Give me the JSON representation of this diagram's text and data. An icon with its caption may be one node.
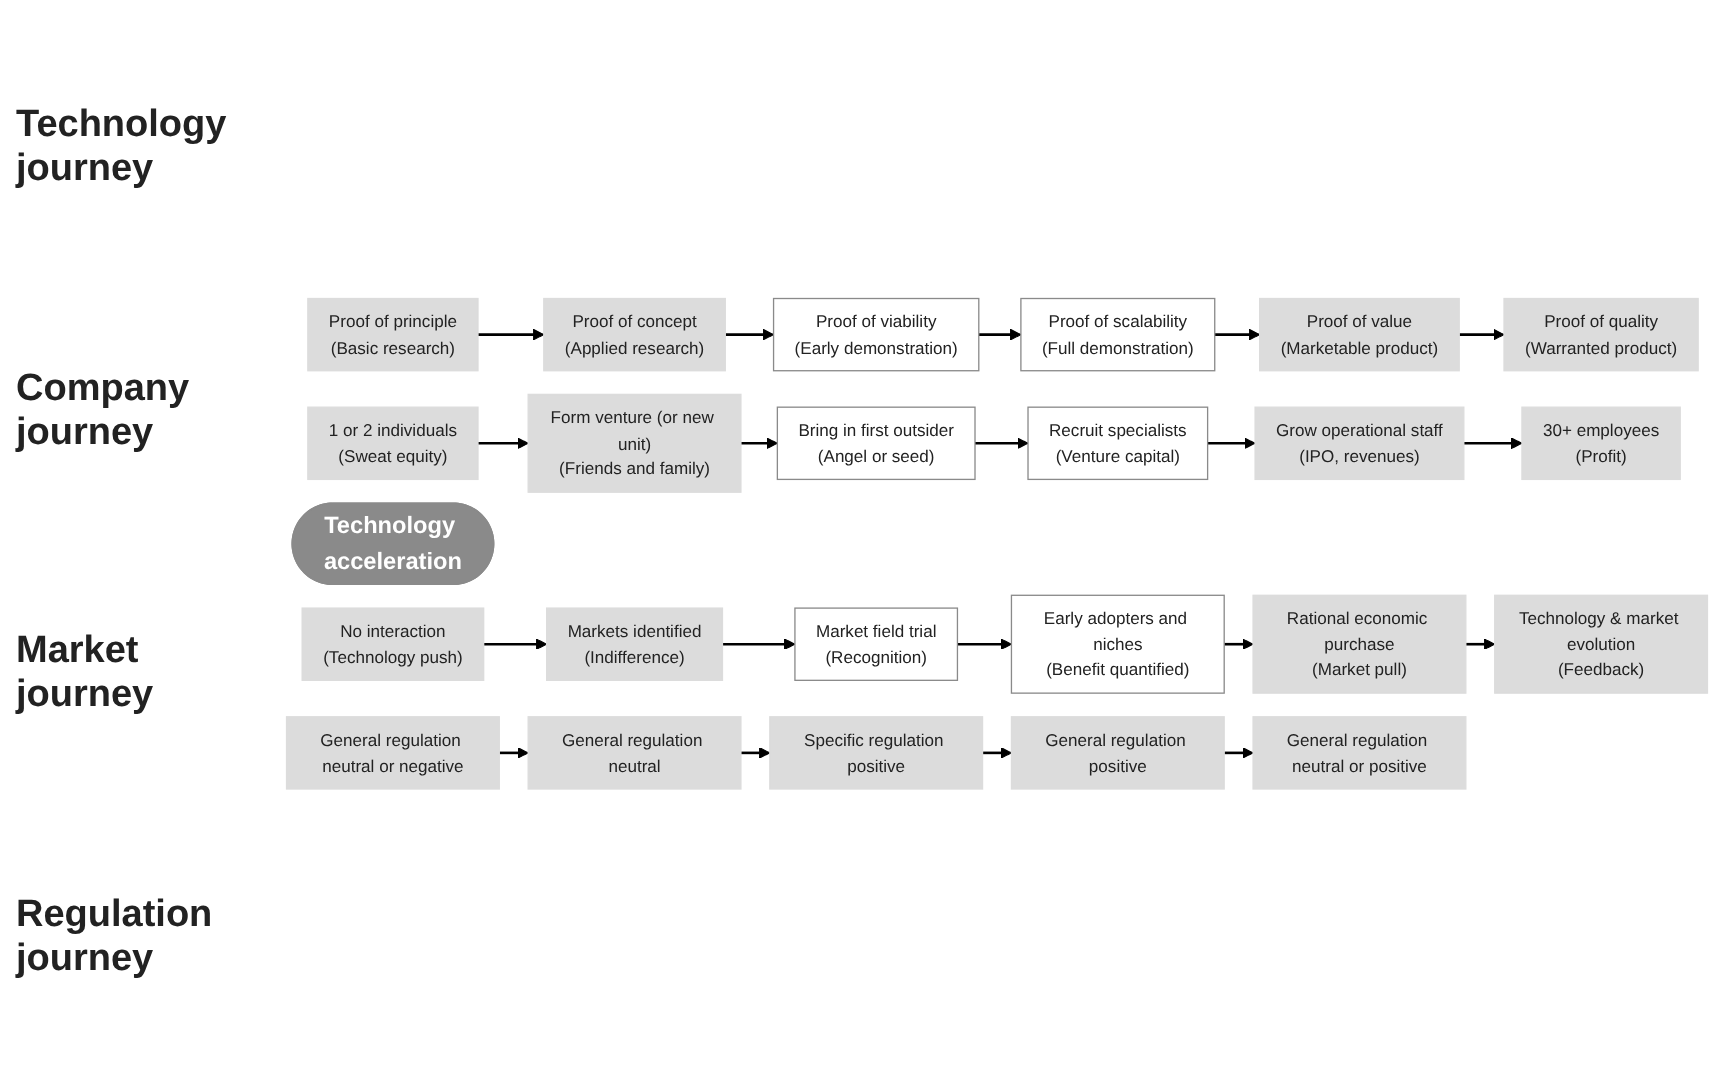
{
  "diagram": {
    "nodes": [
      {
        "text": [
          "Proof of principle",
          "(Basic research)"
        ]
      },
      {
        "text": [
          "Proof of concept",
          "(Applied research)"
        ]
      },
      {
        "text": [
          "Proof of viability",
          "(Early demonstration)"
        ]
      },
      {
        "text": [
          "Proof of scalability",
          "(Full demonstration)"
        ]
      },
      {
        "text": [
          "Proof of value",
          "(Marketable product)"
        ]
      },
      {
        "text": [
          "Proof of quality",
          "(Warranted product)"
        ]
      },
      {
        "text": [
          "1 or 2 individuals",
          "(Sweat equity)"
        ]
      },
      {
        "text": [
          "Form venture (or new unit)",
          "(Friends and family)"
        ]
      },
      {
        "text": [
          "Bring in first outsider",
          "(Angel or seed)"
        ]
      },
      {
        "text": [
          "Recruit specialists",
          "(Venture capital)"
        ]
      },
      {
        "text": [
          "Grow operational staff",
          "(IPO, revenues)"
        ]
      },
      {
        "text": [
          "30+ employees",
          "(Profit)"
        ]
      },
      {
        "text": [
          "Technology acceleration"
        ]
      },
      {
        "text": [
          "No interaction",
          "(Technology push)"
        ]
      },
      {
        "text": [
          "Markets identified",
          "(Indifference)"
        ]
      },
      {
        "text": [
          "Market field trial",
          "(Recognition)"
        ]
      },
      {
        "text": [
          "Early adopters and niches",
          "(Benefit quantified)"
        ]
      },
      {
        "text": [
          "Rational economic purchase",
          "(Market pull)"
        ]
      },
      {
        "text": [
          "Technology & market evolution",
          "(Feedback)"
        ]
      },
      {
        "text": [
          "General regulation neutral or negative"
        ]
      },
      {
        "text": [
          "General regulation neutral"
        ]
      },
      {
        "text": [
          "Specific regulation positive"
        ]
      },
      {
        "text": [
          "General regulation positive"
        ]
      },
      {
        "text": [
          "General regulation neutral or positive"
        ]
      }
    ],
    "edges": [
      {
        "from": 0,
        "to": 1,
        "arrow": "to"
      },
      {
        "from": 1,
        "to": 2,
        "arrow": "to"
      },
      {
        "from": 2,
        "to": 3,
        "arrow": "to"
      },
      {
        "from": 3,
        "to": 4,
        "arrow": "to"
      },
      {
        "from": 4,
        "to": 5,
        "arrow": "to"
      },
      {
        "from": 6,
        "to": 7,
        "arrow": "to"
      },
      {
        "from": 7,
        "to": 8,
        "arrow": "to"
      },
      {
        "from": 8,
        "to": 9,
        "arrow": "to"
      },
      {
        "from": 9,
        "to": 10,
        "arrow": "to"
      },
      {
        "from": 10,
        "to": 11,
        "arrow": "to"
      },
      {
        "from": 13,
        "to": 14,
        "arrow": "to"
      },
      {
        "from": 14,
        "to": 15,
        "arrow": "to"
      },
      {
        "from": 15,
        "to": 16,
        "arrow": "to"
      },
      {
        "from": 16,
        "to": 17,
        "arrow": "to"
      },
      {
        "from": 17,
        "to": 18,
        "arrow": "to"
      },
      {
        "from": 19,
        "to": 20,
        "arrow": "to"
      },
      {
        "from": 20,
        "to": 21,
        "arrow": "to"
      },
      {
        "from": 21,
        "to": 22,
        "arrow": "to"
      },
      {
        "from": 22,
        "to": 23,
        "arrow": "to"
      }
    ],
    "labels": [
      "Technology journey",
      "Company journey",
      "Market journey",
      "Regulation journey"
    ]
  }
}
